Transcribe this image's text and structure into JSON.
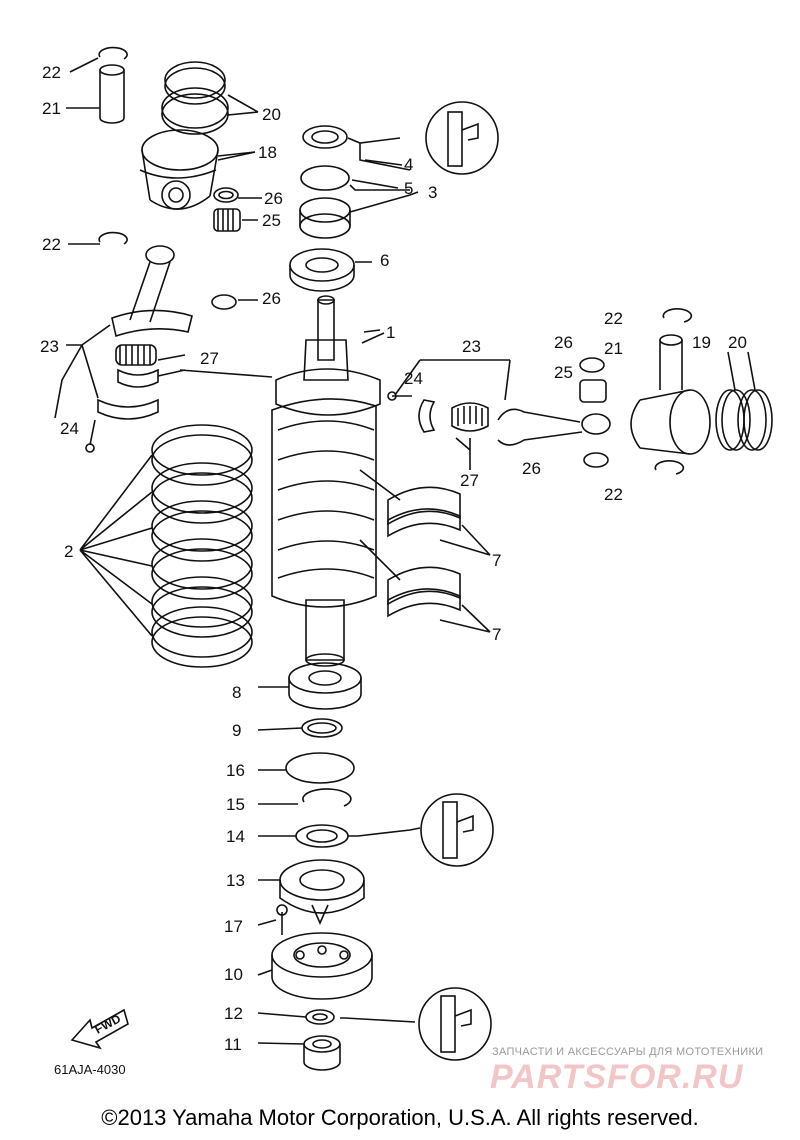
{
  "diagram": {
    "part_labels": {
      "p1": "1",
      "p2": "2",
      "p3": "3",
      "p4": "4",
      "p5": "5",
      "p6": "6",
      "p7a": "7",
      "p7b": "7",
      "p8": "8",
      "p9": "9",
      "p10": "10",
      "p11": "11",
      "p12": "12",
      "p13": "13",
      "p14": "14",
      "p15": "15",
      "p16": "16",
      "p17": "17",
      "p18": "18",
      "p19": "19",
      "p20a": "20",
      "p20b": "20",
      "p21a": "21",
      "p21b": "21",
      "p22a": "22",
      "p22b": "22",
      "p22c": "22",
      "p22d": "22",
      "p23a": "23",
      "p23b": "23",
      "p24a": "24",
      "p24b": "24",
      "p25a": "25",
      "p25b": "25",
      "p26a": "26",
      "p26b": "26",
      "p26c": "26",
      "p26d": "26",
      "p27a": "27",
      "p27b": "27"
    },
    "fwd_arrow": "FWD",
    "drawing_code": "61AJA-4030",
    "copyright": "©2013 Yamaha Motor Corporation, U.S.A. All rights reserved.",
    "watermark": {
      "tagline": "ЗАПЧАСТИ И АКСЕССУАРЫ ДЛЯ МОТОТЕХНИКИ",
      "logo": "PARTSFOR.RU"
    }
  }
}
